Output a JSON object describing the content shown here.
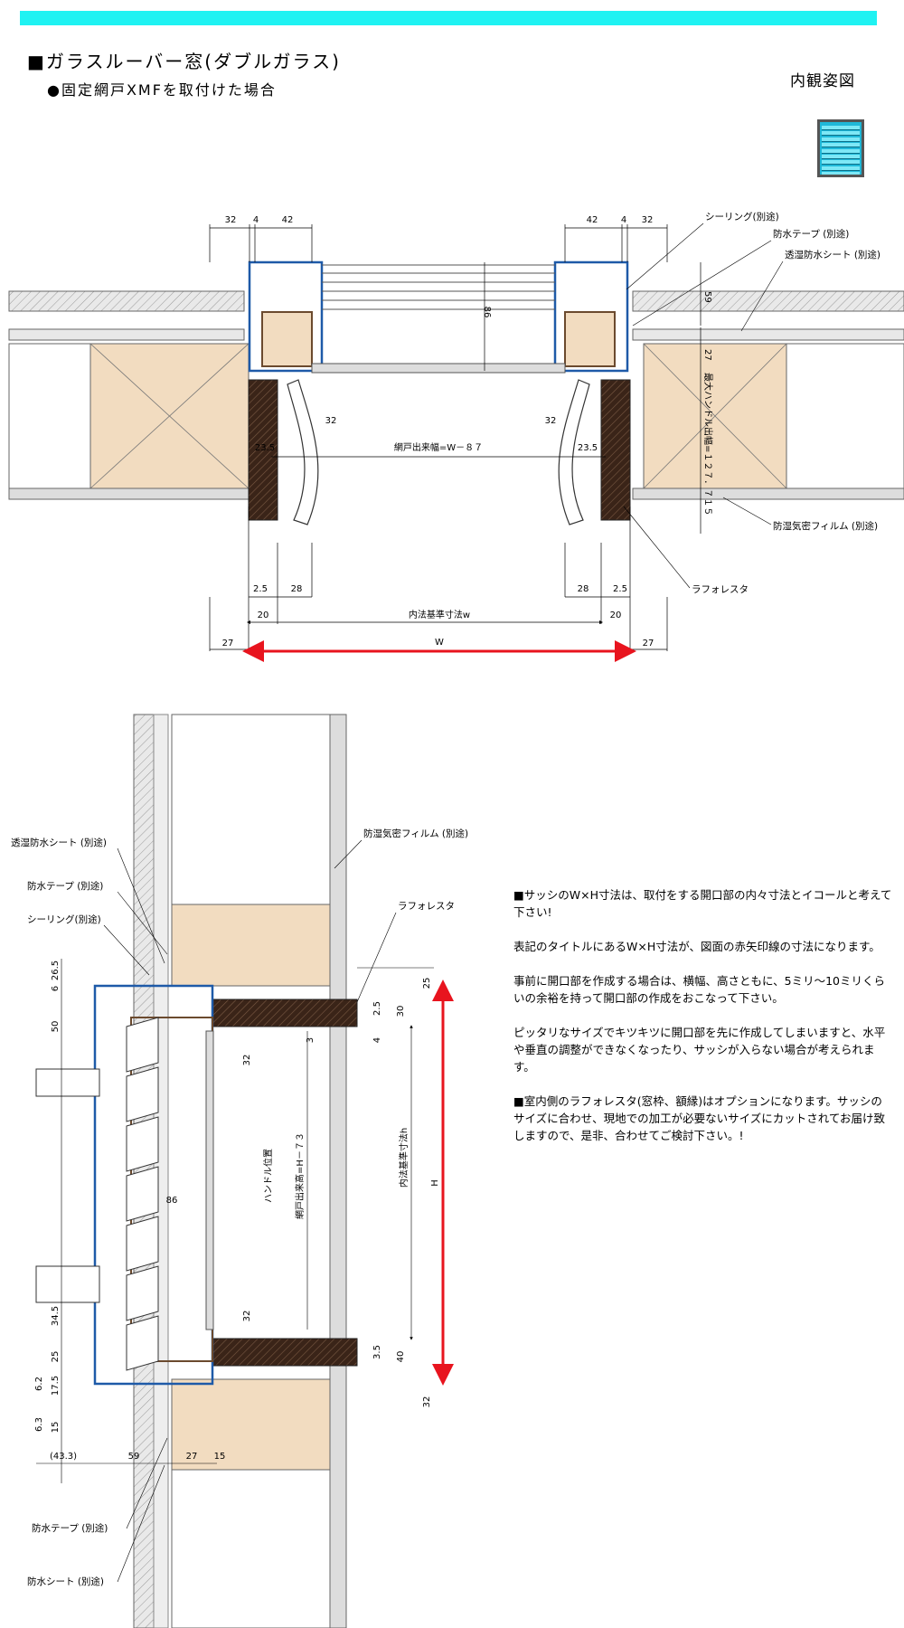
{
  "header": {
    "title": "■ガラスルーバー窓(ダブルガラス)",
    "subtitle": "●固定網戸XMFを取付けた場合",
    "view_label": "内観姿図"
  },
  "plan": {
    "dims_top_left": [
      "32",
      "4",
      "42"
    ],
    "dims_top_right": [
      "42",
      "4",
      "32"
    ],
    "dim_86": "86",
    "dim_59": "59",
    "dim_27r": "27",
    "dim_32_left": "32",
    "dim_32_right": "32",
    "dim_235_left": "23.5",
    "dim_235_right": "23.5",
    "screen_width": "網戸出来幅=W－８７",
    "handle_max": "最大ハンドル出幅=１２７．７１５",
    "dim_25_left": "2.5",
    "dim_28_left": "28",
    "dim_28_right": "28",
    "dim_25_right": "2.5",
    "dim_20_left": "20",
    "dim_20_right": "20",
    "inner_w": "内法基準寸法w",
    "dim_27_left": "27",
    "dim_27_right": "27",
    "W": "W",
    "callouts": {
      "sealing": "シーリング(別途)",
      "tape": "防水テープ (別途)",
      "sheet": "透湿防水シート (別途)",
      "film": "防湿気密フィルム (別途)",
      "casing": "ラフォレスタ"
    }
  },
  "section": {
    "callouts": {
      "sheet": "透湿防水シート (別途)",
      "tape": "防水テープ (別途)",
      "sealing": "シーリング(別途)",
      "film": "防湿気密フィルム (別途)",
      "casing": "ラフォレスタ",
      "tape_bottom": "防水テープ (別途)",
      "sheet_bottom": "防水シート (別途)"
    },
    "left_dims": [
      "26.5",
      "6",
      "50",
      "34.5",
      "25",
      "6.2",
      "17.5",
      "6.3",
      "15"
    ],
    "right_dims": {
      "d25_top": "25",
      "d25": "2.5",
      "d30": "30",
      "d4": "4",
      "d35": "3.5",
      "d40": "40",
      "d32_bottom": "32",
      "d3": "3",
      "d32a": "32",
      "d32b": "32"
    },
    "bottom_dims": [
      "(43.3)",
      "59",
      "27",
      "15"
    ],
    "dim_86": "86",
    "screen_height": "網戸出来高=H－７３",
    "handle_pos": "ハンドル位置",
    "inner_h": "内法基準寸法h",
    "H": "H"
  },
  "notes": [
    "■サッシのW×H寸法は、取付をする開口部の内々寸法とイコールと考えて下さい!",
    "表記のタイトルにあるW×H寸法が、図面の赤矢印線の寸法になります。",
    "事前に開口部を作成する場合は、横幅、高さともに、5ミリ～10ミリくらいの余裕を持って開口部の作成をおこなって下さい。",
    "ピッタリなサイズでキツキツに開口部を先に作成してしまいますと、水平や垂直の調整ができなくなったり、サッシが入らない場合が考えられます。",
    "■室内側のラフォレスタ(窓枠、額縁)はオプションになります。サッシのサイズに合わせ、現地での加工が必要ないサイズにカットされてお届け致しますので、是非、合わせてご検討下さい。!"
  ],
  "colors": {
    "accent_bar": "#1ff2f2",
    "red_arrow": "#e8141e",
    "wood_light": "#f2dcc0",
    "wood_dark": "#3a2418",
    "aluminium": "#1e5aa8",
    "glass": "#8ad8f0"
  }
}
